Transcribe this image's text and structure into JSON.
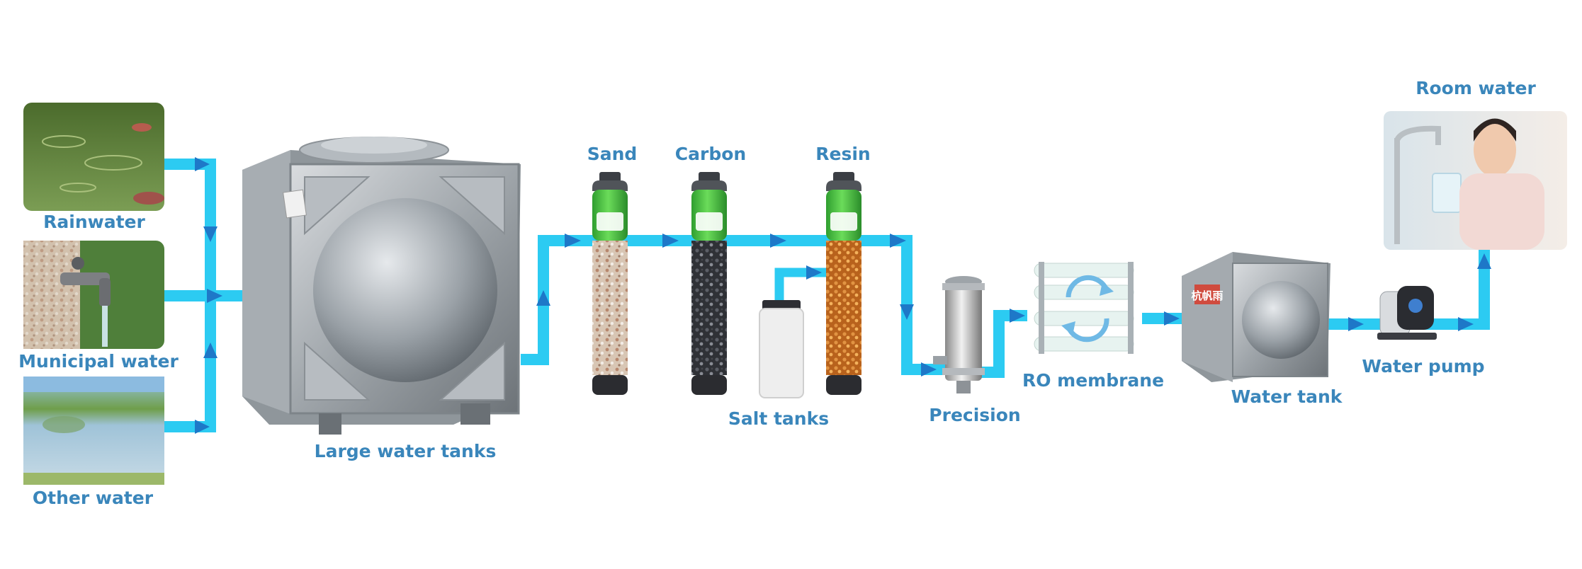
{
  "sources": [
    {
      "id": "rainwater",
      "label": "Rainwater"
    },
    {
      "id": "municipal",
      "label": "Municipal water"
    },
    {
      "id": "other",
      "label": "Other water"
    }
  ],
  "stages": {
    "large_tank": "Large water tanks",
    "sand": "Sand",
    "carbon": "Carbon",
    "resin": "Resin",
    "salt_tanks": "Salt tanks",
    "precision": "Precision",
    "ro_membrane": "RO membrane",
    "water_tank": "Water tank",
    "water_pump": "Water pump",
    "room_water": "Room water"
  },
  "water_tank_badge": "杭帆雨",
  "colors": {
    "pipe": "#2ccbf2",
    "arrow": "#1e78c8",
    "label": "#3a86bb",
    "filter_green": "#3bbf3b"
  }
}
